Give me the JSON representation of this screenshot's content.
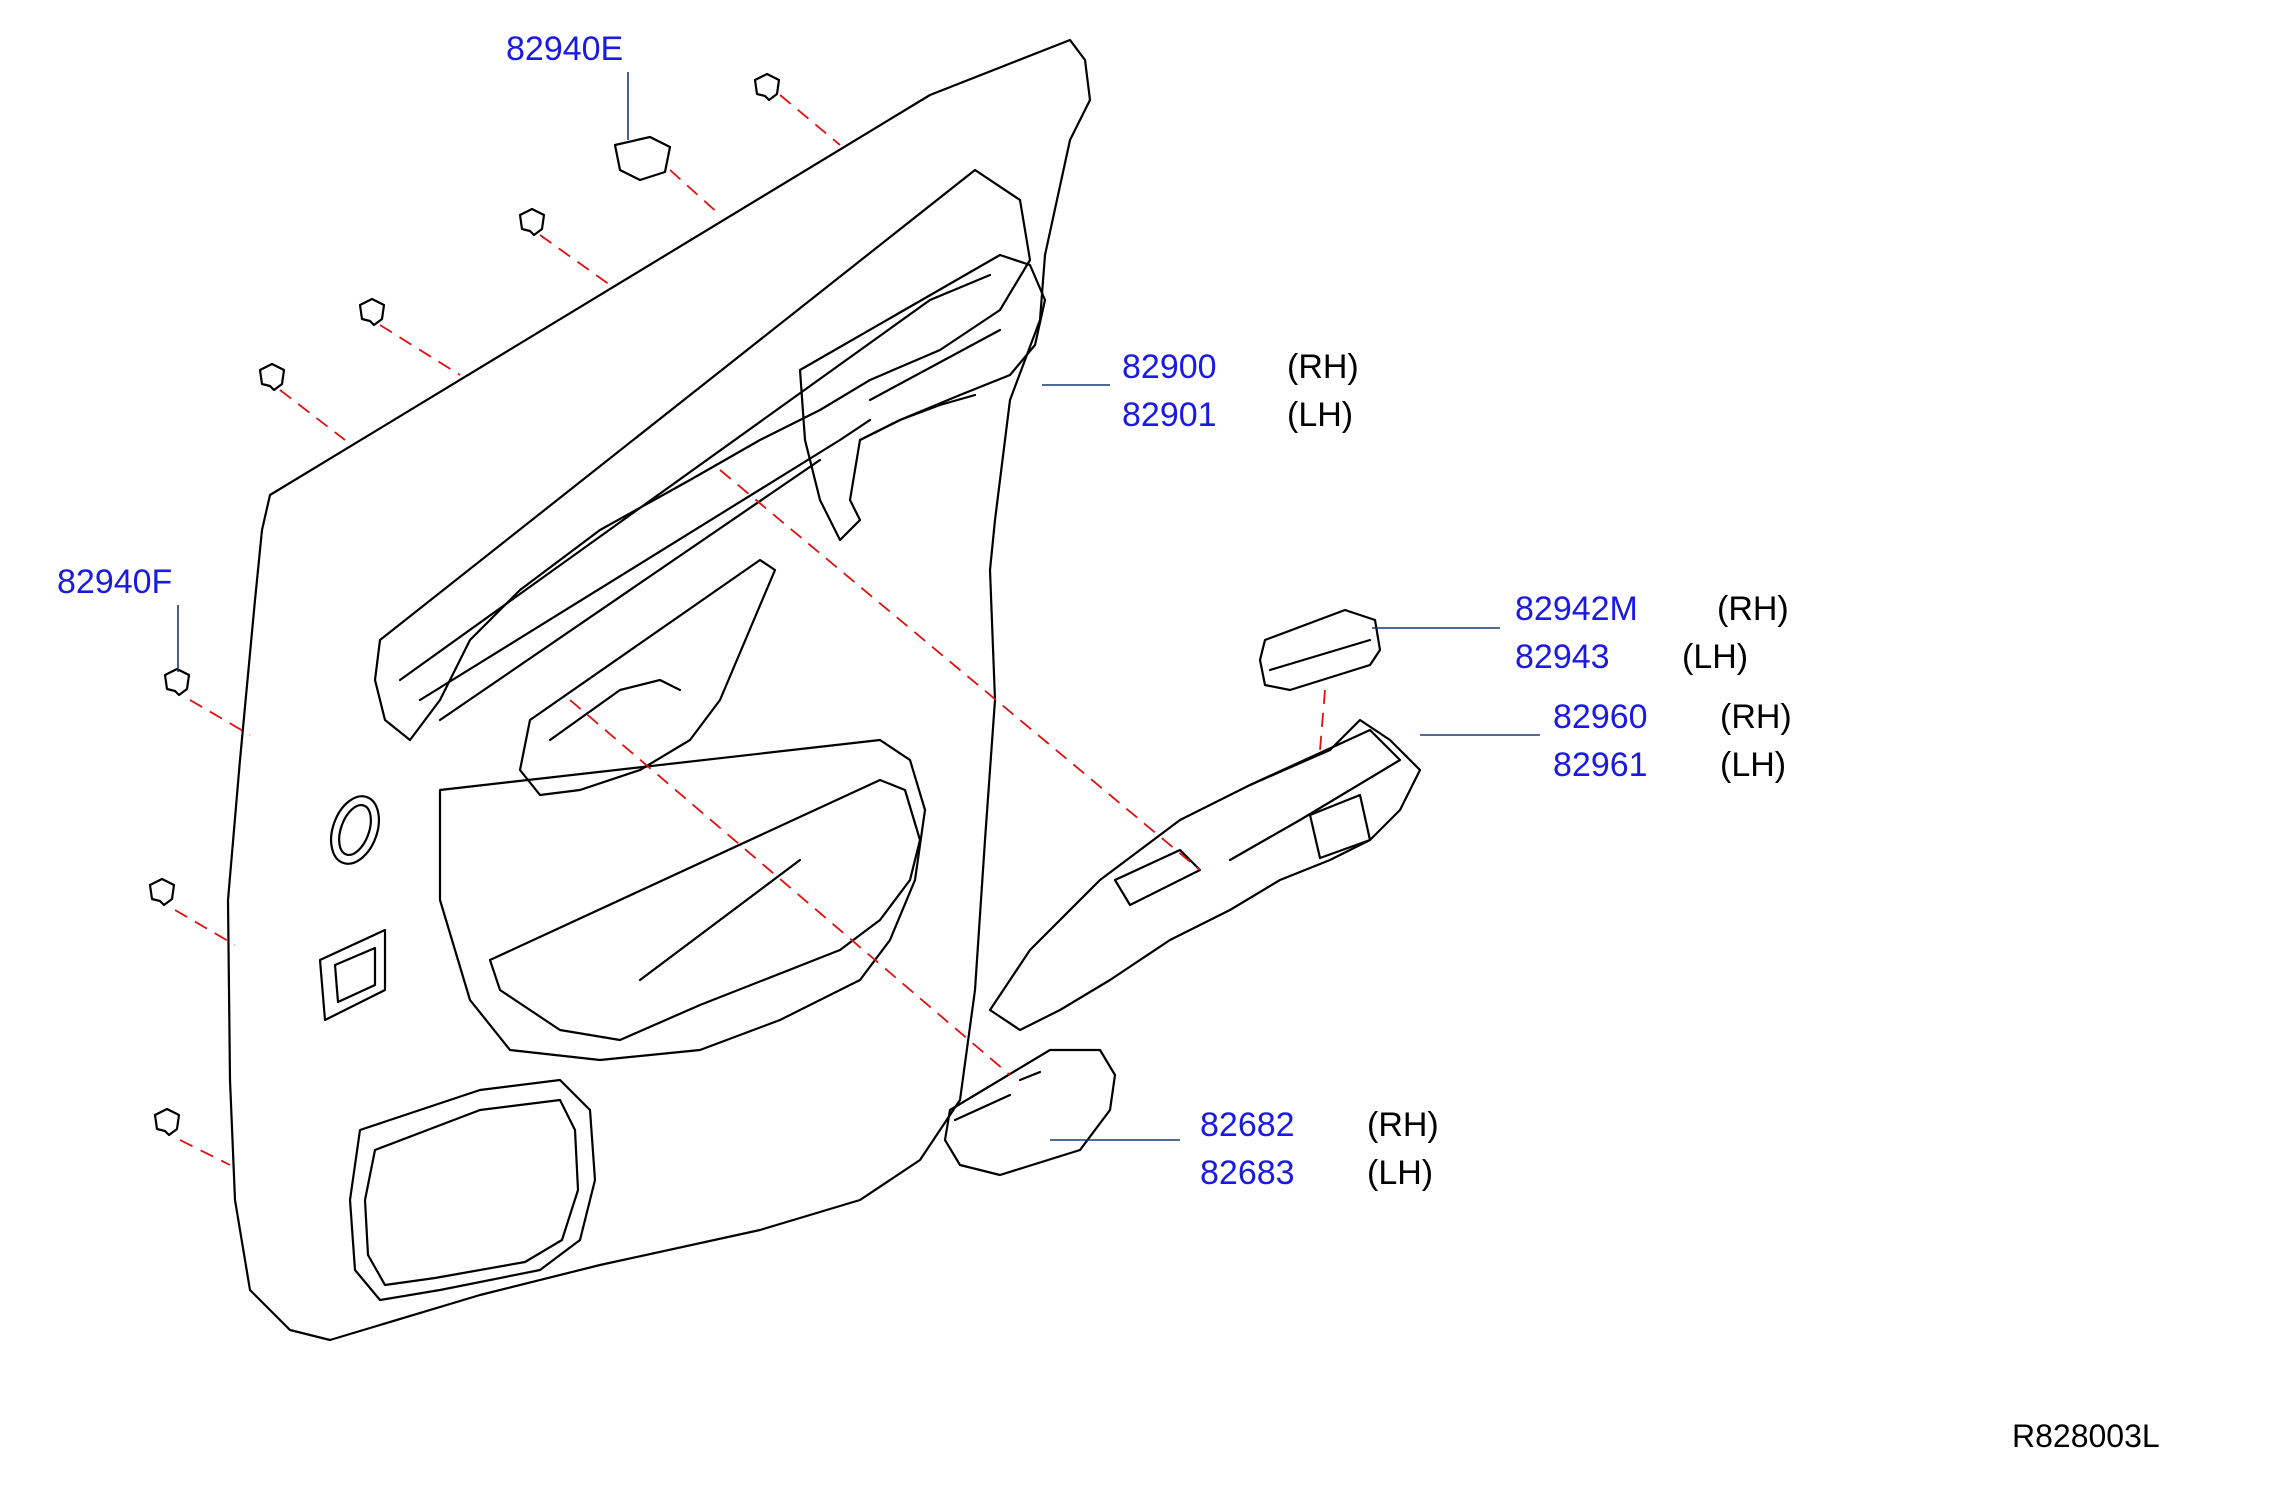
{
  "colors": {
    "part_number": "#1a1ae6",
    "line_art": "#000000",
    "leader_line": "#1a3a6e",
    "dashed_line": "#e01010",
    "background": "#ffffff"
  },
  "callouts": [
    {
      "id": "82940E",
      "part": "82940E",
      "side": ""
    },
    {
      "id": "82940F",
      "part": "82940F",
      "side": ""
    },
    {
      "id": "82900",
      "part": "82900",
      "side": "(RH)"
    },
    {
      "id": "82901",
      "part": "82901",
      "side": "(LH)"
    },
    {
      "id": "82942M",
      "part": "82942M",
      "side": "(RH)"
    },
    {
      "id": "82943",
      "part": "82943",
      "side": "(LH)"
    },
    {
      "id": "82960",
      "part": "82960",
      "side": "(RH)"
    },
    {
      "id": "82961",
      "part": "82961",
      "side": "(LH)"
    },
    {
      "id": "82682",
      "part": "82682",
      "side": "(RH)"
    },
    {
      "id": "82683",
      "part": "82683",
      "side": "(LH)"
    }
  ],
  "reference": "R828003L"
}
